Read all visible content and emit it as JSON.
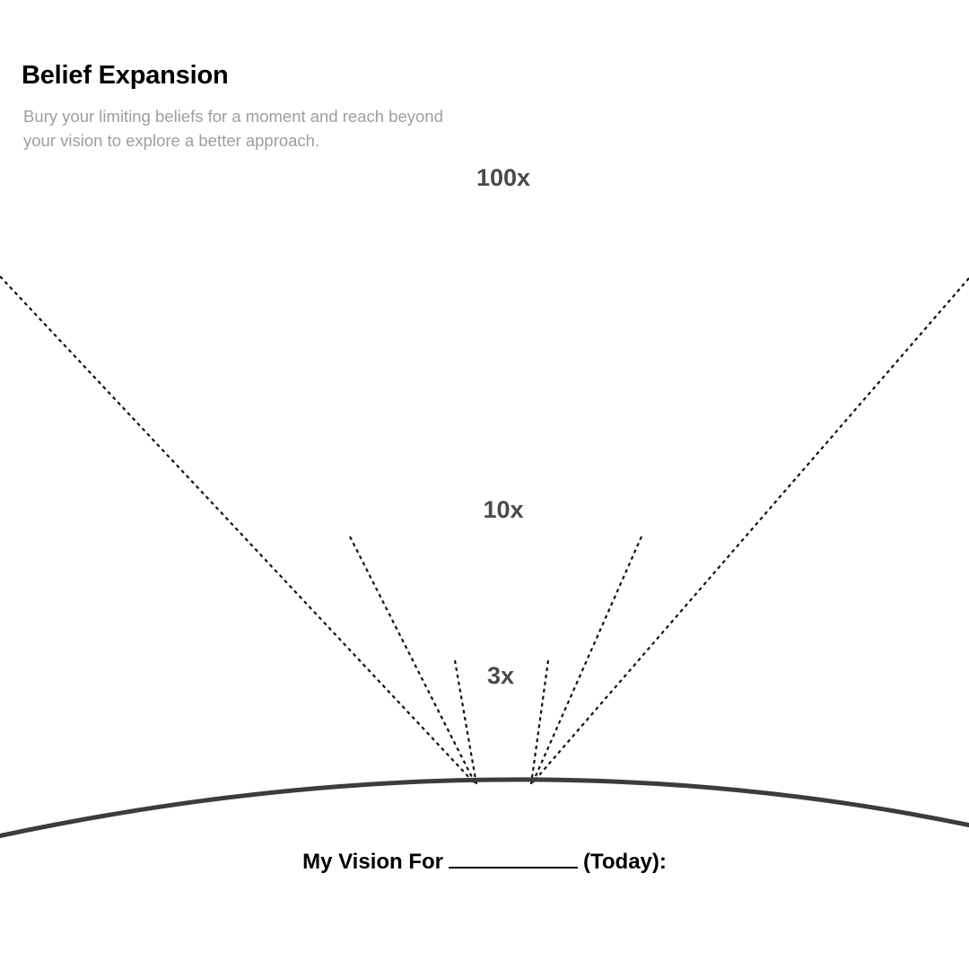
{
  "header": {
    "title": "Belief Expansion",
    "subtitle": "Bury your limiting beliefs for a moment and reach beyond your vision to explore a better approach."
  },
  "levels": {
    "level_100x": "100x",
    "level_10x": "10x",
    "level_3x": "3x"
  },
  "vision": {
    "prefix": "My Vision For",
    "suffix": "(Today):"
  },
  "colors": {
    "horizon": "#3c3c3c",
    "rays": "#111111",
    "subtitle": "#9e9e9e",
    "labels": "#4a4a4a"
  }
}
